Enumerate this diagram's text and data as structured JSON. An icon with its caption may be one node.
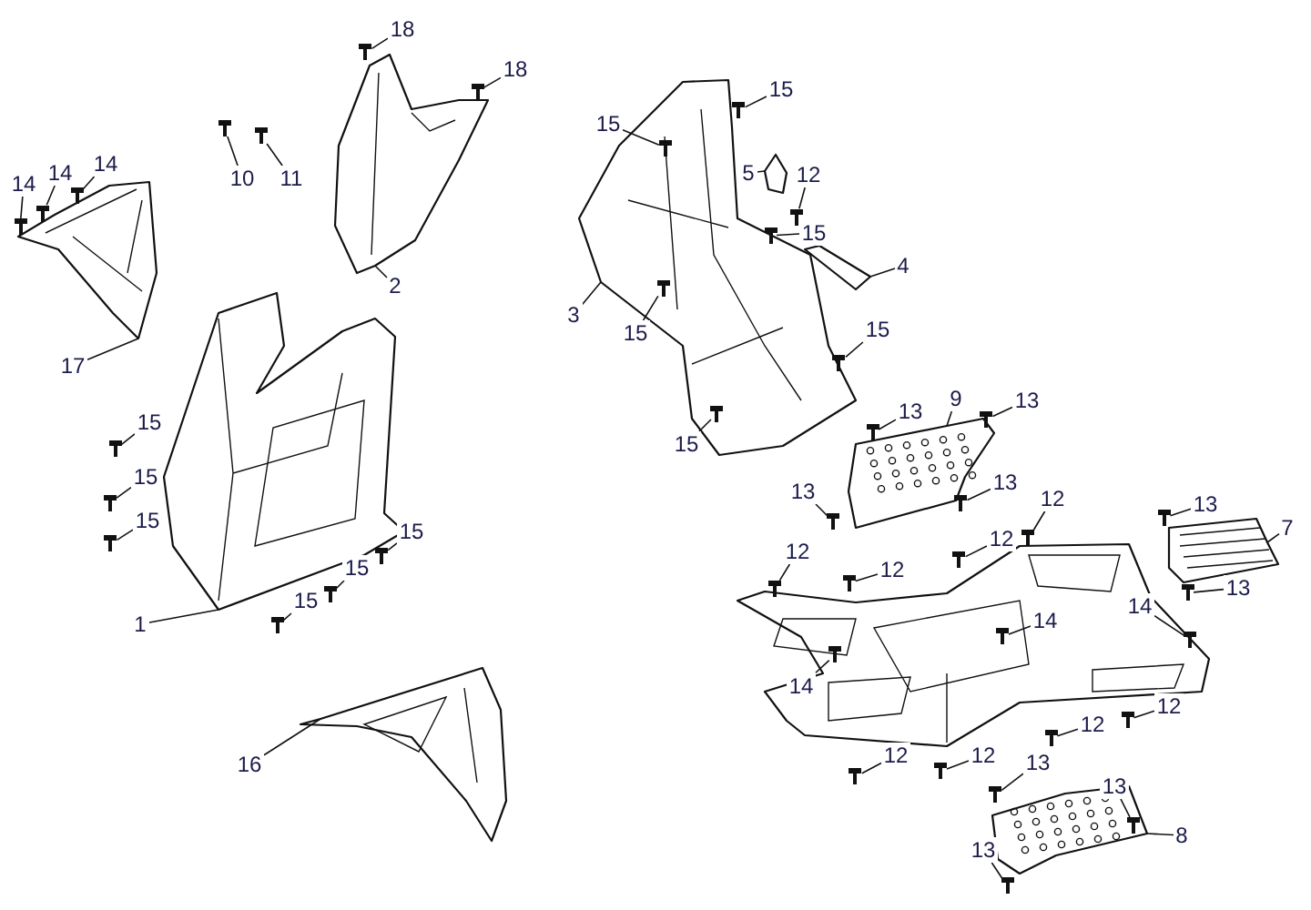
{
  "diagram": {
    "nodes": [
      {
        "text": [
          "14"
        ]
      },
      {
        "text": [
          "14"
        ]
      },
      {
        "text": [
          "14"
        ]
      },
      {
        "text": [
          "17"
        ]
      },
      {
        "text": [
          "10"
        ]
      },
      {
        "text": [
          "11"
        ]
      },
      {
        "text": [
          "18"
        ]
      },
      {
        "text": [
          "18"
        ]
      },
      {
        "text": [
          "2"
        ]
      },
      {
        "text": [
          "15"
        ]
      },
      {
        "text": [
          "15"
        ]
      },
      {
        "text": [
          "15"
        ]
      },
      {
        "text": [
          "15"
        ]
      },
      {
        "text": [
          "15"
        ]
      },
      {
        "text": [
          "15"
        ]
      },
      {
        "text": [
          "1"
        ]
      },
      {
        "text": [
          "16"
        ]
      },
      {
        "text": [
          "15"
        ]
      },
      {
        "text": [
          "15"
        ]
      },
      {
        "text": [
          "5"
        ]
      },
      {
        "text": [
          "12"
        ]
      },
      {
        "text": [
          "15"
        ]
      },
      {
        "text": [
          "4"
        ]
      },
      {
        "text": [
          "3"
        ]
      },
      {
        "text": [
          "15"
        ]
      },
      {
        "text": [
          "15"
        ]
      },
      {
        "text": [
          "15"
        ]
      },
      {
        "text": [
          "13"
        ]
      },
      {
        "text": [
          "9"
        ]
      },
      {
        "text": [
          "13"
        ]
      },
      {
        "text": [
          "13"
        ]
      },
      {
        "text": [
          "13"
        ]
      },
      {
        "text": [
          "12"
        ]
      },
      {
        "text": [
          "13"
        ]
      },
      {
        "text": [
          "7"
        ]
      },
      {
        "text": [
          "12"
        ]
      },
      {
        "text": [
          "12"
        ]
      },
      {
        "text": [
          "12"
        ]
      },
      {
        "text": [
          "13"
        ]
      },
      {
        "text": [
          "14"
        ],
        "in": 60
      },
      {
        "text": [
          "14"
        ],
        "in": 60
      },
      {
        "text": [
          "14"
        ],
        "in": 60
      },
      {
        "text": [
          "12"
        ]
      },
      {
        "text": [
          "12"
        ]
      },
      {
        "text": [
          "12"
        ]
      },
      {
        "text": [
          "12"
        ]
      },
      {
        "text": [
          "13"
        ]
      },
      {
        "text": [
          "13"
        ]
      },
      {
        "text": [
          "8"
        ]
      },
      {
        "text": [
          "13"
        ]
      },
      {
        "text": [],
        "shape": "picture"
      },
      {
        "text": [],
        "shape": "picture"
      },
      {
        "text": [],
        "shape": "picture"
      },
      {
        "text": [],
        "shape": "picture"
      },
      {
        "text": [],
        "shape": "picture"
      },
      {
        "text": [],
        "shape": "picture"
      },
      {
        "text": [],
        "shape": "picture"
      },
      {
        "text": [],
        "shape": "picture"
      },
      {
        "text": [],
        "shape": "picture"
      },
      {
        "text": [],
        "shape": "picture"
      },
      {
        "text": [],
        "shape": "picture"
      },
      {
        "text": [],
        "shape": "picture"
      },
      {
        "text": [],
        "shape": "picture"
      },
      {
        "text": [],
        "shape": "picture"
      },
      {
        "text": [],
        "shape": "picture"
      },
      {
        "text": [],
        "shape": "picture"
      },
      {
        "text": [],
        "shape": "picture"
      },
      {
        "text": [],
        "shape": "picture"
      },
      {
        "text": [],
        "shape": "picture"
      },
      {
        "text": [],
        "shape": "picture"
      },
      {
        "text": [],
        "shape": "picture"
      },
      {
        "text": [],
        "shape": "picture"
      },
      {
        "text": [],
        "shape": "picture"
      },
      {
        "text": [],
        "shape": "picture"
      },
      {
        "text": [],
        "shape": "picture"
      },
      {
        "text": [],
        "shape": "picture",
        "in": 54
      },
      {
        "text": [],
        "shape": "picture"
      },
      {
        "text": [],
        "shape": "picture",
        "in": 54
      },
      {
        "text": [],
        "shape": "picture",
        "in": 54
      },
      {
        "text": [],
        "shape": "picture"
      },
      {
        "text": [],
        "shape": "picture",
        "in": 54
      },
      {
        "text": [],
        "shape": "picture"
      },
      {
        "text": [],
        "shape": "picture"
      },
      {
        "text": [],
        "shape": "picture"
      },
      {
        "text": [],
        "shape": "picture"
      },
      {
        "text": [],
        "shape": "picture"
      },
      {
        "text": [],
        "shape": "picture"
      },
      {
        "text": [],
        "shape": "picture"
      },
      {
        "text": [],
        "shape": "picture"
      },
      {
        "text": [],
        "shape": "picture"
      },
      {
        "text": [],
        "shape": "picture"
      },
      {
        "text": [],
        "shape": "picture",
        "in": 60
      },
      {
        "text": [],
        "shape": "picture",
        "in": 60
      },
      {
        "text": [],
        "shape": "picture",
        "in": 60
      },
      {
        "text": [],
        "shape": "picture"
      },
      {
        "text": [],
        "shape": "picture"
      },
      {
        "text": [],
        "shape": "picture"
      },
      {
        "text": [],
        "shape": "picture"
      },
      {
        "text": [],
        "shape": "picture"
      },
      {
        "text": [],
        "shape": "picture",
        "in": 59
      },
      {
        "text": [],
        "shape": "picture"
      }
    ],
    "edges": [
      {
        "from": 0,
        "to": 61,
        "arrow": "none"
      },
      {
        "from": 1,
        "to": 62,
        "arrow": "none"
      },
      {
        "from": 2,
        "to": 63,
        "arrow": "none"
      },
      {
        "from": 3,
        "to": 50,
        "arrow": "none"
      },
      {
        "from": 4,
        "to": 64,
        "arrow": "none"
      },
      {
        "from": 5,
        "to": 65,
        "arrow": "none"
      },
      {
        "from": 6,
        "to": 66,
        "arrow": "none"
      },
      {
        "from": 7,
        "to": 67,
        "arrow": "none"
      },
      {
        "from": 8,
        "to": 51,
        "arrow": "none"
      },
      {
        "from": 9,
        "to": 68,
        "arrow": "none"
      },
      {
        "from": 10,
        "to": 69,
        "arrow": "none"
      },
      {
        "from": 11,
        "to": 70,
        "arrow": "none"
      },
      {
        "from": 12,
        "to": 71,
        "arrow": "none"
      },
      {
        "from": 13,
        "to": 72,
        "arrow": "none"
      },
      {
        "from": 14,
        "to": 73,
        "arrow": "none"
      },
      {
        "from": 15,
        "to": 52,
        "arrow": "none"
      },
      {
        "from": 16,
        "to": 53,
        "arrow": "none"
      },
      {
        "from": 17,
        "to": 74,
        "arrow": "none"
      },
      {
        "from": 18,
        "to": 75,
        "arrow": "none"
      },
      {
        "from": 19,
        "to": 55,
        "arrow": "none"
      },
      {
        "from": 20,
        "to": 76,
        "arrow": "none"
      },
      {
        "from": 21,
        "to": 77,
        "arrow": "none"
      },
      {
        "from": 22,
        "to": 56,
        "arrow": "none"
      },
      {
        "from": 23,
        "to": 54,
        "arrow": "none"
      },
      {
        "from": 24,
        "to": 78,
        "arrow": "none"
      },
      {
        "from": 25,
        "to": 79,
        "arrow": "none"
      },
      {
        "from": 26,
        "to": 80,
        "arrow": "none"
      },
      {
        "from": 27,
        "to": 81,
        "arrow": "none"
      },
      {
        "from": 28,
        "to": 57,
        "arrow": "none"
      },
      {
        "from": 29,
        "to": 82,
        "arrow": "none"
      },
      {
        "from": 30,
        "to": 83,
        "arrow": "none"
      },
      {
        "from": 31,
        "to": 84,
        "arrow": "none"
      },
      {
        "from": 32,
        "to": 85,
        "arrow": "none"
      },
      {
        "from": 33,
        "to": 86,
        "arrow": "none"
      },
      {
        "from": 34,
        "to": 58,
        "arrow": "none"
      },
      {
        "from": 35,
        "to": 87,
        "arrow": "none"
      },
      {
        "from": 36,
        "to": 88,
        "arrow": "none"
      },
      {
        "from": 37,
        "to": 89,
        "arrow": "none"
      },
      {
        "from": 38,
        "to": 90,
        "arrow": "none"
      },
      {
        "from": 39,
        "to": 91,
        "arrow": "none"
      },
      {
        "from": 40,
        "to": 92,
        "arrow": "none"
      },
      {
        "from": 41,
        "to": 93,
        "arrow": "none"
      },
      {
        "from": 42,
        "to": 94,
        "arrow": "none"
      },
      {
        "from": 43,
        "to": 95,
        "arrow": "none"
      },
      {
        "from": 44,
        "to": 96,
        "arrow": "none"
      },
      {
        "from": 45,
        "to": 97,
        "arrow": "none"
      },
      {
        "from": 46,
        "to": 98,
        "arrow": "none"
      },
      {
        "from": 47,
        "to": 99,
        "arrow": "none"
      },
      {
        "from": 48,
        "to": 59,
        "arrow": "none"
      },
      {
        "from": 49,
        "to": 100,
        "arrow": "none"
      }
    ]
  }
}
